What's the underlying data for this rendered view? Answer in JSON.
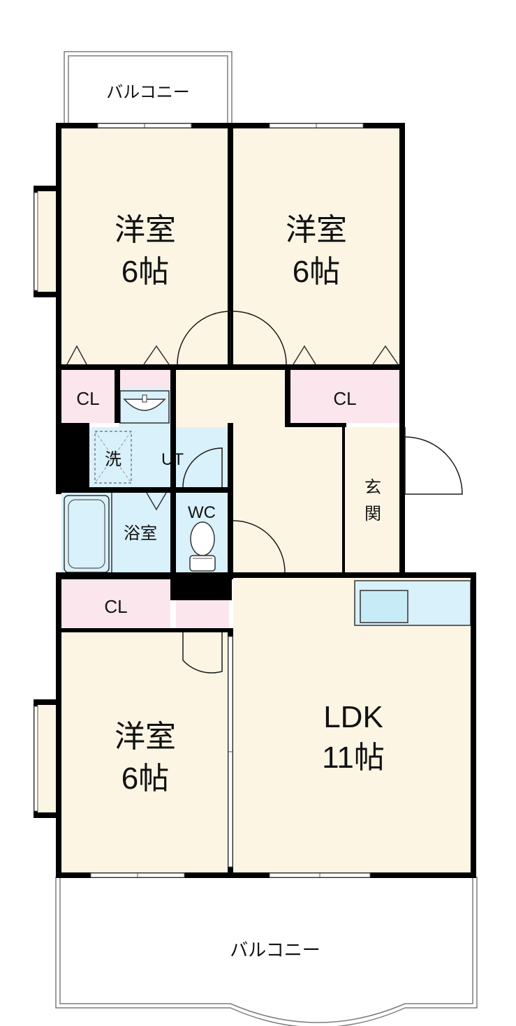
{
  "floorplan": {
    "rooms": {
      "top_left": {
        "name": "洋室",
        "size": "6帖"
      },
      "top_right": {
        "name": "洋室",
        "size": "6帖"
      },
      "bottom_left": {
        "name": "洋室",
        "size": "6帖"
      },
      "ldk": {
        "name": "LDK",
        "size": "11帖"
      }
    },
    "closets": {
      "top_left": "CL",
      "top_right": "CL",
      "bottom_left": "CL"
    },
    "utility": {
      "ut": "UT",
      "washer": "洗",
      "bath": "浴室",
      "wc": "WC"
    },
    "entrance": [
      "玄",
      "関"
    ],
    "balcony": {
      "top": "バルコニー",
      "bottom": "バルコニー"
    },
    "colors": {
      "room": "#fdf5e4",
      "closet": "#fce6ee",
      "wet_area": "#d9f1fa",
      "wall": "#000000"
    }
  }
}
